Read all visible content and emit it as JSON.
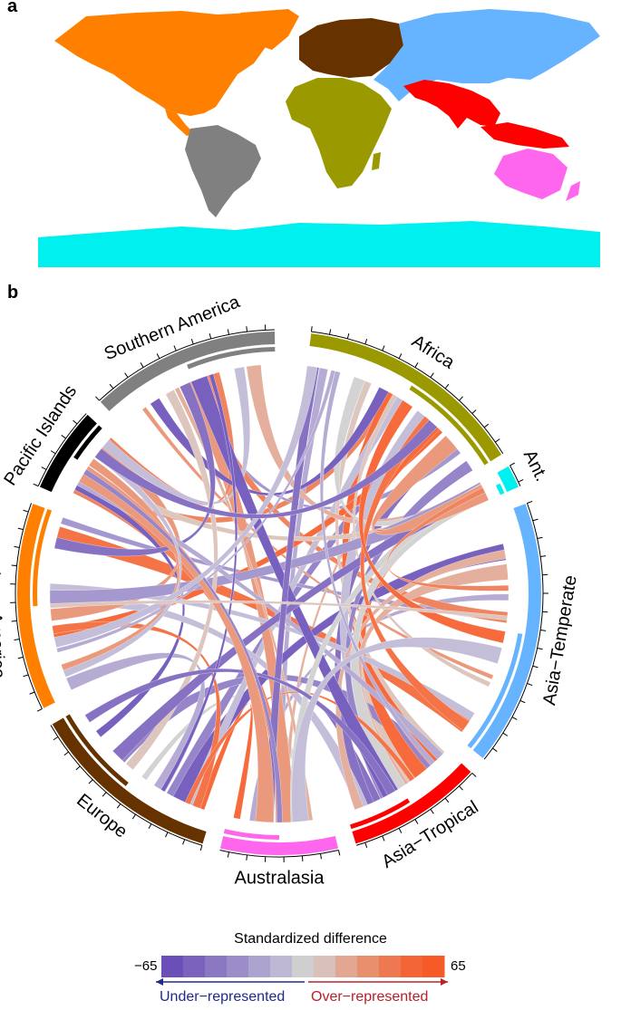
{
  "panels": {
    "a": "a",
    "b": "b"
  },
  "regions": [
    {
      "name": "Africa",
      "label": "Africa",
      "color": "#9a9a00"
    },
    {
      "name": "Antarctica",
      "label": "Ant.",
      "color": "#00f0f0"
    },
    {
      "name": "Asia-Temperate",
      "label": "Asia−Temperate",
      "color": "#66b3ff"
    },
    {
      "name": "Asia-Tropical",
      "label": "Asia−Tropical",
      "color": "#ff0000"
    },
    {
      "name": "Australasia",
      "label": "Australasia",
      "color": "#ff66ee"
    },
    {
      "name": "Europe",
      "label": "Europe",
      "color": "#663300"
    },
    {
      "name": "Northern America",
      "label": "Northern America",
      "color": "#ff8000"
    },
    {
      "name": "Pacific Islands",
      "label": "Pacific Islands",
      "color": "#000000"
    },
    {
      "name": "Southern America",
      "label": "Southern America",
      "color": "#808080"
    }
  ],
  "legend": {
    "title": "Standardized difference",
    "min_label": "−65",
    "max_label": "65",
    "under_label": "Under−represented",
    "over_label": "Over−represented",
    "gradient": [
      "#6a4fb8",
      "#7a62bd",
      "#8b78c3",
      "#9c8dc9",
      "#ada3cf",
      "#beb8d5",
      "#cfcfcf",
      "#d9c0b8",
      "#e2a792",
      "#e88f6e",
      "#ee784f",
      "#f36535",
      "#f65a26"
    ]
  }
}
